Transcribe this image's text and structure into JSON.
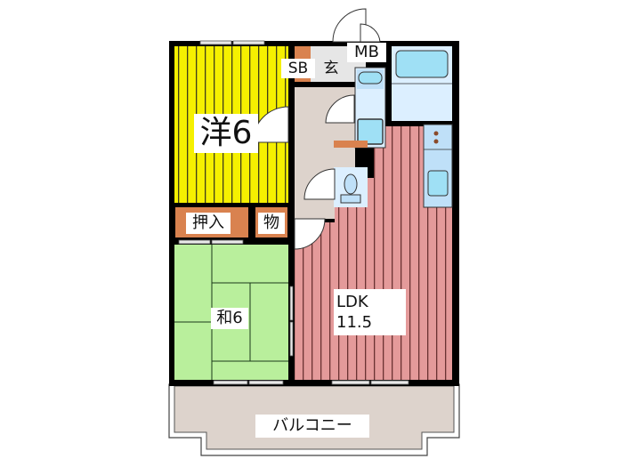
{
  "floorplan": {
    "rooms": [
      {
        "id": "western",
        "label": "洋6",
        "type": "Western-style room",
        "size_jo": 6
      },
      {
        "id": "japanese",
        "label": "和6",
        "type": "Japanese-style room",
        "size_jo": 6
      },
      {
        "id": "ldk",
        "label_line1": "LDK",
        "label_line2": "11.5",
        "size_jo": 11.5
      },
      {
        "id": "oshiire",
        "label": "押入"
      },
      {
        "id": "storage",
        "label": "物"
      },
      {
        "id": "shoebox",
        "label": "SB"
      },
      {
        "id": "entrance",
        "label": "玄"
      },
      {
        "id": "meterbox",
        "label": "MB"
      },
      {
        "id": "balcony",
        "label": "バルコニー"
      }
    ],
    "colors": {
      "wall": "#000000",
      "western_floor": "#f5f000",
      "western_stripe": "#4a4a1a",
      "ldk_floor": "#e49a9a",
      "ldk_stripe": "#7a3a3a",
      "tatami": "#b9ef9c",
      "hall": "#ddd3cc",
      "wet_area": "#dcefff",
      "fixture": "#9fe0f5",
      "closet": "#d9824f",
      "balcony": "#ddd3cc"
    }
  }
}
